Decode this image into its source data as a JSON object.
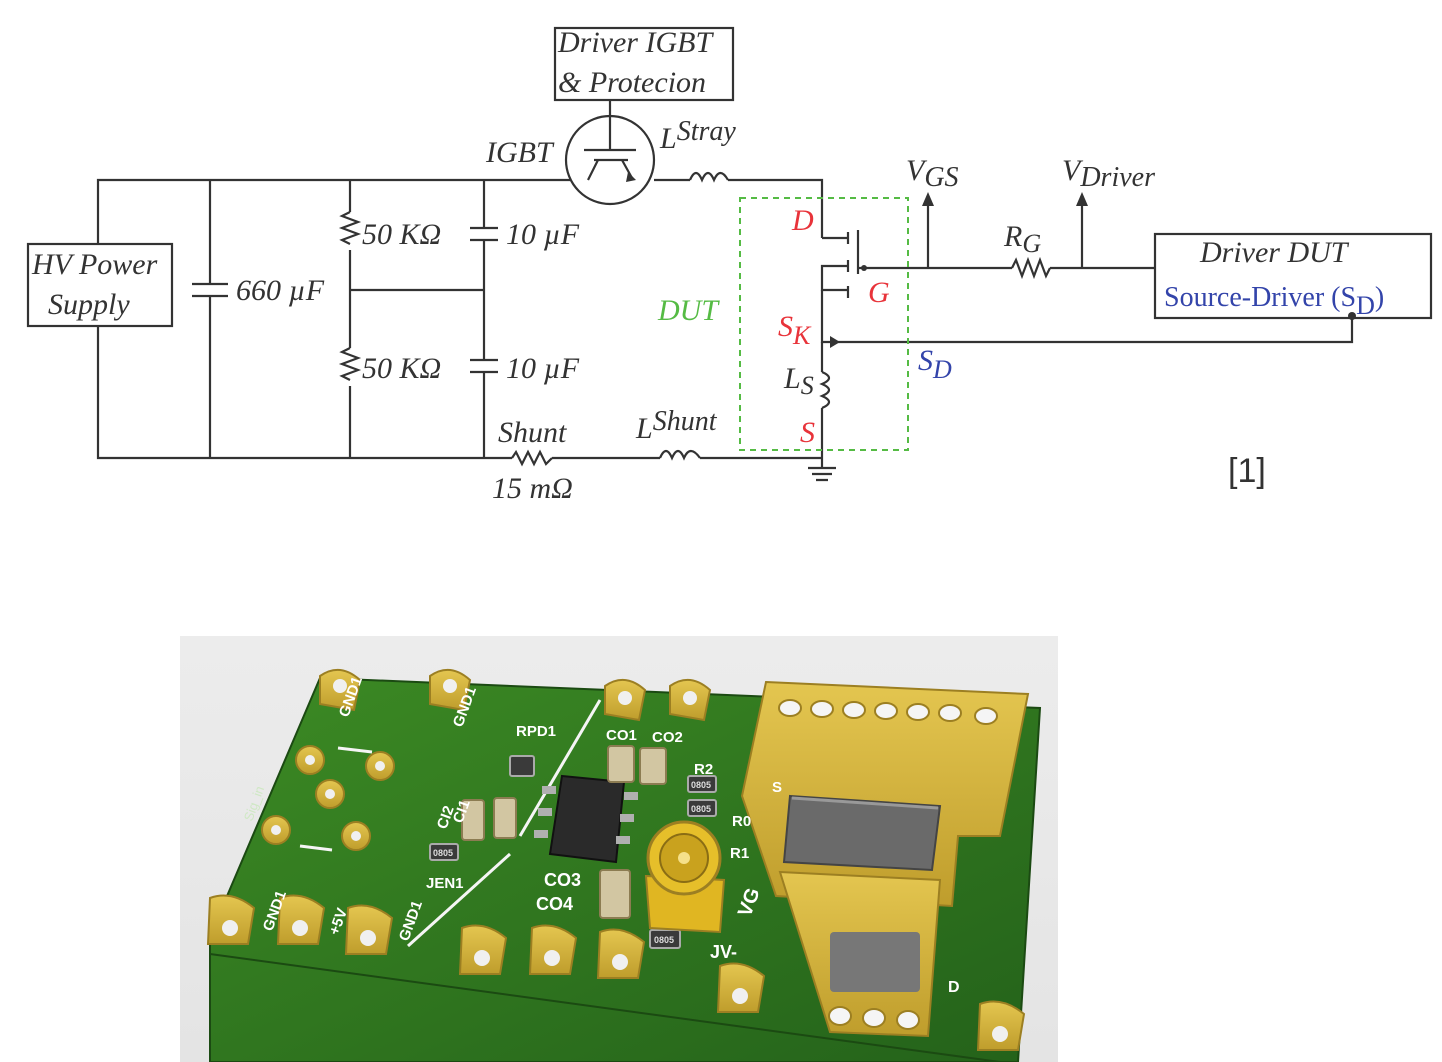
{
  "schematic": {
    "hv_supply": [
      "HV Power",
      "Supply"
    ],
    "cap_main": "660 µF",
    "res_top": "50 KΩ",
    "res_bottom": "50 KΩ",
    "cap_top": "10 µF",
    "cap_bottom": "10 µF",
    "driver_igbt": [
      "Driver IGBT",
      "& Protecion"
    ],
    "igbt": "IGBT",
    "l_stray": {
      "base": "L",
      "sub": "Stray"
    },
    "v_gs": {
      "base": "V",
      "sub": "GS"
    },
    "v_driver": {
      "base": "V",
      "sub": "Driver"
    },
    "r_g": {
      "base": "R",
      "sub": "G"
    },
    "driver_dut": "Driver DUT",
    "source_driver": {
      "text": "Source-Driver (S",
      "sub": "D",
      "close": ")"
    },
    "dut": "DUT",
    "pin_d": "D",
    "pin_g": "G",
    "pin_sk": {
      "base": "S",
      "sub": "K"
    },
    "pin_s": "S",
    "l_s": {
      "base": "L",
      "sub": "S"
    },
    "s_d": {
      "base": "S",
      "sub": "D"
    },
    "shunt": "Shunt",
    "shunt_value": "15 mΩ",
    "l_shunt": {
      "base": "L",
      "sub": "Shunt"
    }
  },
  "reference": "[1]",
  "pcb": {
    "labels": {
      "gnd1_a": "GND1",
      "gnd1_b": "GND1",
      "rpd1": "RPD1",
      "co1": "CO1",
      "co2": "CO2",
      "r2": "R2",
      "s": "S",
      "sig_in": "Sig_in",
      "ci2": "CI2",
      "ci1": "CI1",
      "r0": "R0",
      "r1": "R1",
      "jen1": "JEN1",
      "co3": "CO3",
      "co4": "CO4",
      "vg": "VG",
      "gnd1_c": "GND1",
      "plus5v": "+5V",
      "gnd1_d": "GND1",
      "jv_minus": "JV-",
      "d": "D"
    },
    "chip_mark": "0805",
    "colors": {
      "board": "#2e7a1c",
      "copper": "#d4b43a",
      "bg": "#e8e8e8"
    }
  }
}
